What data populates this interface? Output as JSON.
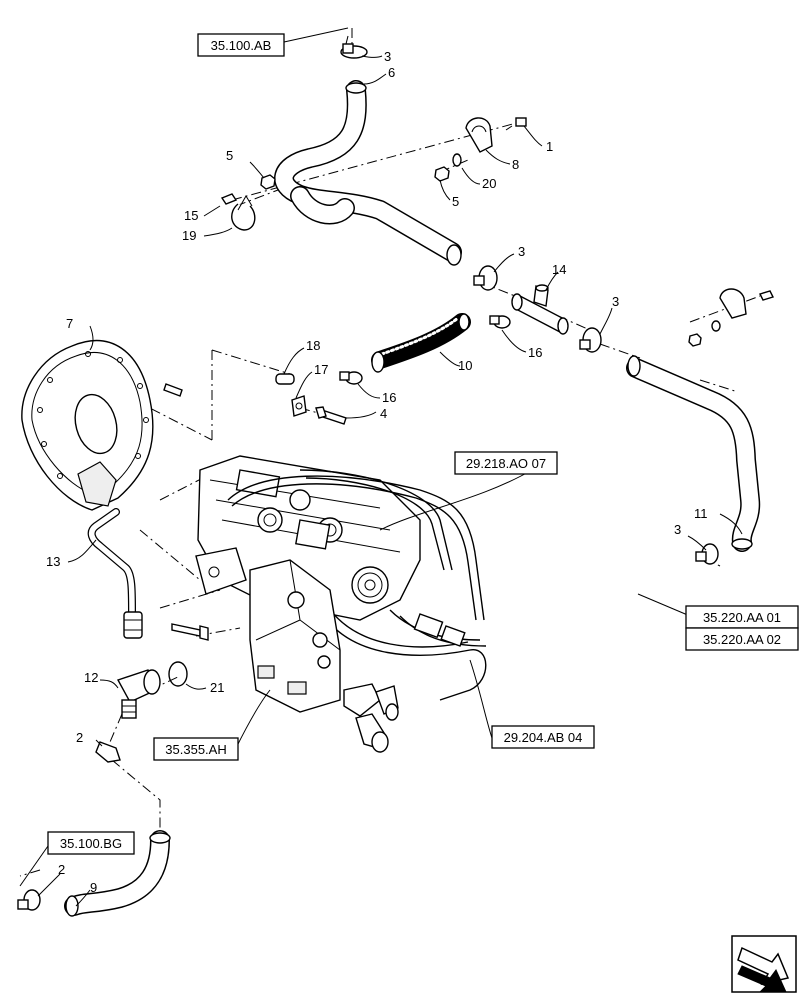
{
  "callouts": [
    {
      "id": "c1",
      "text": "1"
    },
    {
      "id": "c2a",
      "text": "2"
    },
    {
      "id": "c2b",
      "text": "2"
    },
    {
      "id": "c3a",
      "text": "3"
    },
    {
      "id": "c3b",
      "text": "3"
    },
    {
      "id": "c3c",
      "text": "3"
    },
    {
      "id": "c3d",
      "text": "3"
    },
    {
      "id": "c4",
      "text": "4"
    },
    {
      "id": "c5a",
      "text": "5"
    },
    {
      "id": "c5b",
      "text": "5"
    },
    {
      "id": "c6",
      "text": "6"
    },
    {
      "id": "c7",
      "text": "7"
    },
    {
      "id": "c8",
      "text": "8"
    },
    {
      "id": "c9",
      "text": "9"
    },
    {
      "id": "c10",
      "text": "10"
    },
    {
      "id": "c11",
      "text": "11"
    },
    {
      "id": "c12",
      "text": "12"
    },
    {
      "id": "c13",
      "text": "13"
    },
    {
      "id": "c14",
      "text": "14"
    },
    {
      "id": "c15",
      "text": "15"
    },
    {
      "id": "c16a",
      "text": "16"
    },
    {
      "id": "c16b",
      "text": "16"
    },
    {
      "id": "c17",
      "text": "17"
    },
    {
      "id": "c18",
      "text": "18"
    },
    {
      "id": "c19",
      "text": "19"
    },
    {
      "id": "c20",
      "text": "20"
    },
    {
      "id": "c21",
      "text": "21"
    }
  ],
  "references": [
    {
      "id": "r1",
      "text": "35.100.AB"
    },
    {
      "id": "r2",
      "text": "29.218.AO 07"
    },
    {
      "id": "r3",
      "text": "35.220.AA 01"
    },
    {
      "id": "r4",
      "text": "35.220.AA 02"
    },
    {
      "id": "r5",
      "text": "35.355.AH"
    },
    {
      "id": "r6",
      "text": "29.204.AB 04"
    },
    {
      "id": "r7",
      "text": "35.100.BG"
    }
  ],
  "icons": {
    "navigation": "next-page-arrow-icon"
  }
}
